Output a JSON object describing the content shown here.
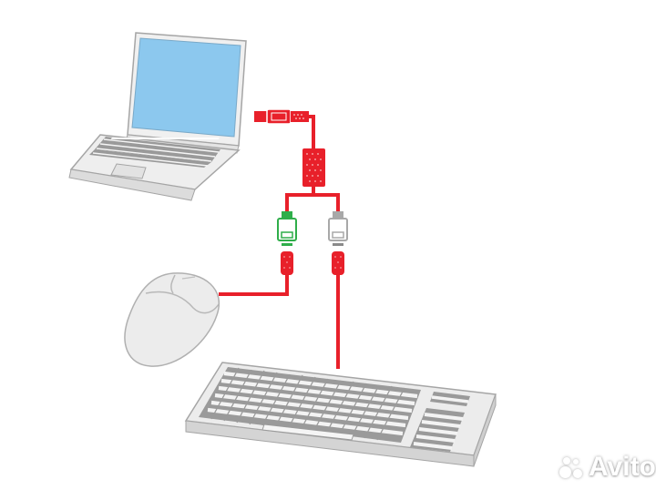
{
  "diagram": {
    "title": "Laptop connected to mouse and keyboard via USB to PS/2 adapter cable",
    "nodes": [
      {
        "id": "laptop",
        "label": "Laptop"
      },
      {
        "id": "usb-plug",
        "label": "USB plug"
      },
      {
        "id": "splitter",
        "label": "Splitter / ferrite block"
      },
      {
        "id": "ps2-green",
        "label": "PS/2 connector (green, mouse)"
      },
      {
        "id": "ps2-gray",
        "label": "PS/2 connector (gray, keyboard)"
      },
      {
        "id": "mouse",
        "label": "Mouse"
      },
      {
        "id": "keyboard",
        "label": "Keyboard"
      }
    ],
    "edges": [
      {
        "from": "laptop",
        "to": "usb-plug"
      },
      {
        "from": "usb-plug",
        "to": "splitter"
      },
      {
        "from": "splitter",
        "to": "ps2-green"
      },
      {
        "from": "splitter",
        "to": "ps2-gray"
      },
      {
        "from": "ps2-green",
        "to": "mouse"
      },
      {
        "from": "ps2-gray",
        "to": "keyboard"
      }
    ],
    "colors": {
      "cable": "#e8202a",
      "screen": "#8cc8ee",
      "device_body": "#e9e9e9",
      "device_outline": "#9a9a9a",
      "ps2_mouse": "#2fae4a",
      "ps2_keyboard": "#a8a8a8"
    }
  },
  "watermark": {
    "text": "Avito"
  }
}
